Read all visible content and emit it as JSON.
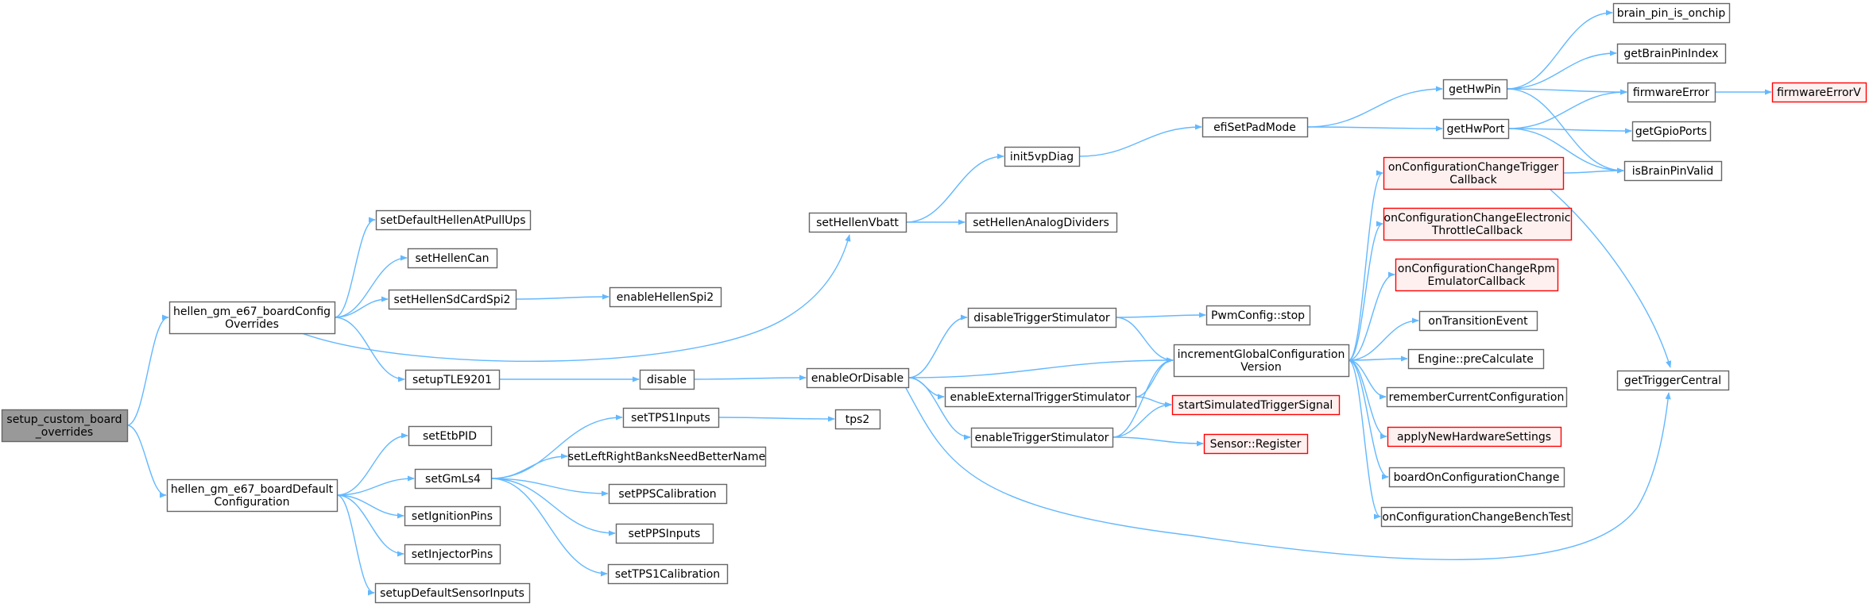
{
  "graph": {
    "colors": {
      "edge": "#63b8ff",
      "border_default": "#666666",
      "fill_default": "#ffffff",
      "root_fill": "#999999",
      "root_border": "#666666",
      "red_border": "#ff0000",
      "red_fill": "#fff0f0"
    },
    "nodes": [
      {
        "id": "root",
        "lines": [
          "setup_custom_board",
          "_overrides"
        ],
        "style": "root"
      },
      {
        "id": "hgo",
        "lines": [
          "hellen_gm_e67_boardConfig",
          "Overrides"
        ]
      },
      {
        "id": "hgd",
        "lines": [
          "hellen_gm_e67_boardDefault",
          "Configuration"
        ]
      },
      {
        "id": "sdhapu",
        "lines": [
          "setDefaultHellenAtPullUps"
        ]
      },
      {
        "id": "shcan",
        "lines": [
          "setHellenCan"
        ]
      },
      {
        "id": "shsd",
        "lines": [
          "setHellenSdCardSpi2"
        ]
      },
      {
        "id": "stle",
        "lines": [
          "setupTLE9201"
        ]
      },
      {
        "id": "setb",
        "lines": [
          "setEtbPID"
        ]
      },
      {
        "id": "sgml",
        "lines": [
          "setGmLs4"
        ]
      },
      {
        "id": "sign",
        "lines": [
          "setIgnitionPins"
        ]
      },
      {
        "id": "sinj",
        "lines": [
          "setInjectorPins"
        ]
      },
      {
        "id": "sdsi",
        "lines": [
          "setupDefaultSensorInputs"
        ]
      },
      {
        "id": "ehspi",
        "lines": [
          "enableHellenSpi2"
        ]
      },
      {
        "id": "dis",
        "lines": [
          "disable"
        ]
      },
      {
        "id": "stps1",
        "lines": [
          "setTPS1Inputs"
        ]
      },
      {
        "id": "slrb",
        "lines": [
          "setLeftRightBanksNeedBetterName"
        ]
      },
      {
        "id": "sppsc",
        "lines": [
          "setPPSCalibration"
        ]
      },
      {
        "id": "sppsi",
        "lines": [
          "setPPSInputs"
        ]
      },
      {
        "id": "stps1c",
        "lines": [
          "setTPS1Calibration"
        ]
      },
      {
        "id": "tps2",
        "lines": [
          "tps2"
        ]
      },
      {
        "id": "shvb",
        "lines": [
          "setHellenVbatt"
        ]
      },
      {
        "id": "eod",
        "lines": [
          "enableOrDisable"
        ]
      },
      {
        "id": "i5vd",
        "lines": [
          "init5vpDiag"
        ]
      },
      {
        "id": "shad",
        "lines": [
          "setHellenAnalogDividers"
        ]
      },
      {
        "id": "dts",
        "lines": [
          "disableTriggerStimulator"
        ]
      },
      {
        "id": "eets",
        "lines": [
          "enableExternalTriggerStimulator"
        ]
      },
      {
        "id": "ets",
        "lines": [
          "enableTriggerStimulator"
        ]
      },
      {
        "id": "espm",
        "lines": [
          "efiSetPadMode"
        ]
      },
      {
        "id": "pwms",
        "lines": [
          "PwmConfig::stop"
        ]
      },
      {
        "id": "igcv",
        "lines": [
          "incrementGlobalConfiguration",
          "Version"
        ]
      },
      {
        "id": "ssts",
        "lines": [
          "startSimulatedTriggerSignal"
        ],
        "style": "red"
      },
      {
        "id": "sreg",
        "lines": [
          "Sensor::Register"
        ],
        "style": "red"
      },
      {
        "id": "ghwpin",
        "lines": [
          "getHwPin"
        ]
      },
      {
        "id": "ghwport",
        "lines": [
          "getHwPort"
        ]
      },
      {
        "id": "occt",
        "lines": [
          "onConfigurationChangeTrigger",
          "Callback"
        ],
        "style": "red"
      },
      {
        "id": "occe",
        "lines": [
          "onConfigurationChangeElectronic",
          "ThrottleCallback"
        ],
        "style": "red"
      },
      {
        "id": "occr",
        "lines": [
          "onConfigurationChangeRpm",
          "EmulatorCallback"
        ],
        "style": "red"
      },
      {
        "id": "ote",
        "lines": [
          "onTransitionEvent"
        ]
      },
      {
        "id": "epc",
        "lines": [
          "Engine::preCalculate"
        ]
      },
      {
        "id": "rcc",
        "lines": [
          "rememberCurrentConfiguration"
        ]
      },
      {
        "id": "anhs",
        "lines": [
          "applyNewHardwareSettings"
        ],
        "style": "red"
      },
      {
        "id": "bocc",
        "lines": [
          "boardOnConfigurationChange"
        ]
      },
      {
        "id": "occbt",
        "lines": [
          "onConfigurationChangeBenchTest"
        ]
      },
      {
        "id": "bpio",
        "lines": [
          "brain_pin_is_onchip"
        ]
      },
      {
        "id": "gbpi",
        "lines": [
          "getBrainPinIndex"
        ]
      },
      {
        "id": "fwe",
        "lines": [
          "firmwareError"
        ]
      },
      {
        "id": "ggp",
        "lines": [
          "getGpioPorts"
        ]
      },
      {
        "id": "ibpv",
        "lines": [
          "isBrainPinValid"
        ]
      },
      {
        "id": "gtc",
        "lines": [
          "getTriggerCentral"
        ]
      },
      {
        "id": "fwev",
        "lines": [
          "firmwareErrorV"
        ],
        "style": "red"
      }
    ],
    "edges": [
      [
        "root",
        "hgo"
      ],
      [
        "root",
        "hgd"
      ],
      [
        "hgo",
        "sdhapu"
      ],
      [
        "hgo",
        "shcan"
      ],
      [
        "hgo",
        "shsd"
      ],
      [
        "hgo",
        "stle"
      ],
      [
        "hgo",
        "shvb"
      ],
      [
        "hgd",
        "setb"
      ],
      [
        "hgd",
        "sgml"
      ],
      [
        "hgd",
        "sign"
      ],
      [
        "hgd",
        "sinj"
      ],
      [
        "hgd",
        "sdsi"
      ],
      [
        "shsd",
        "ehspi"
      ],
      [
        "stle",
        "dis"
      ],
      [
        "dis",
        "eod"
      ],
      [
        "sgml",
        "stps1"
      ],
      [
        "sgml",
        "slrb"
      ],
      [
        "sgml",
        "sppsc"
      ],
      [
        "sgml",
        "sppsi"
      ],
      [
        "sgml",
        "stps1c"
      ],
      [
        "stps1",
        "tps2"
      ],
      [
        "shvb",
        "i5vd"
      ],
      [
        "shvb",
        "shad"
      ],
      [
        "i5vd",
        "espm"
      ],
      [
        "espm",
        "ghwpin"
      ],
      [
        "espm",
        "ghwport"
      ],
      [
        "eod",
        "dts"
      ],
      [
        "eod",
        "igcv"
      ],
      [
        "eod",
        "eets"
      ],
      [
        "eod",
        "ets"
      ],
      [
        "eod",
        "gtc"
      ],
      [
        "dts",
        "pwms"
      ],
      [
        "dts",
        "igcv"
      ],
      [
        "eets",
        "igcv"
      ],
      [
        "eets",
        "ssts"
      ],
      [
        "ets",
        "igcv"
      ],
      [
        "ets",
        "ssts"
      ],
      [
        "ets",
        "sreg"
      ],
      [
        "igcv",
        "occt"
      ],
      [
        "igcv",
        "occe"
      ],
      [
        "igcv",
        "occr"
      ],
      [
        "igcv",
        "ote"
      ],
      [
        "igcv",
        "epc"
      ],
      [
        "igcv",
        "rcc"
      ],
      [
        "igcv",
        "anhs"
      ],
      [
        "igcv",
        "bocc"
      ],
      [
        "igcv",
        "occbt"
      ],
      [
        "occt",
        "ibpv"
      ],
      [
        "occt",
        "gtc"
      ],
      [
        "ghwpin",
        "bpio"
      ],
      [
        "ghwpin",
        "gbpi"
      ],
      [
        "ghwpin",
        "fwe"
      ],
      [
        "ghwpin",
        "ibpv"
      ],
      [
        "ghwport",
        "fwe"
      ],
      [
        "ghwport",
        "ggp"
      ],
      [
        "ghwport",
        "ibpv"
      ],
      [
        "fwe",
        "fwev"
      ]
    ]
  }
}
